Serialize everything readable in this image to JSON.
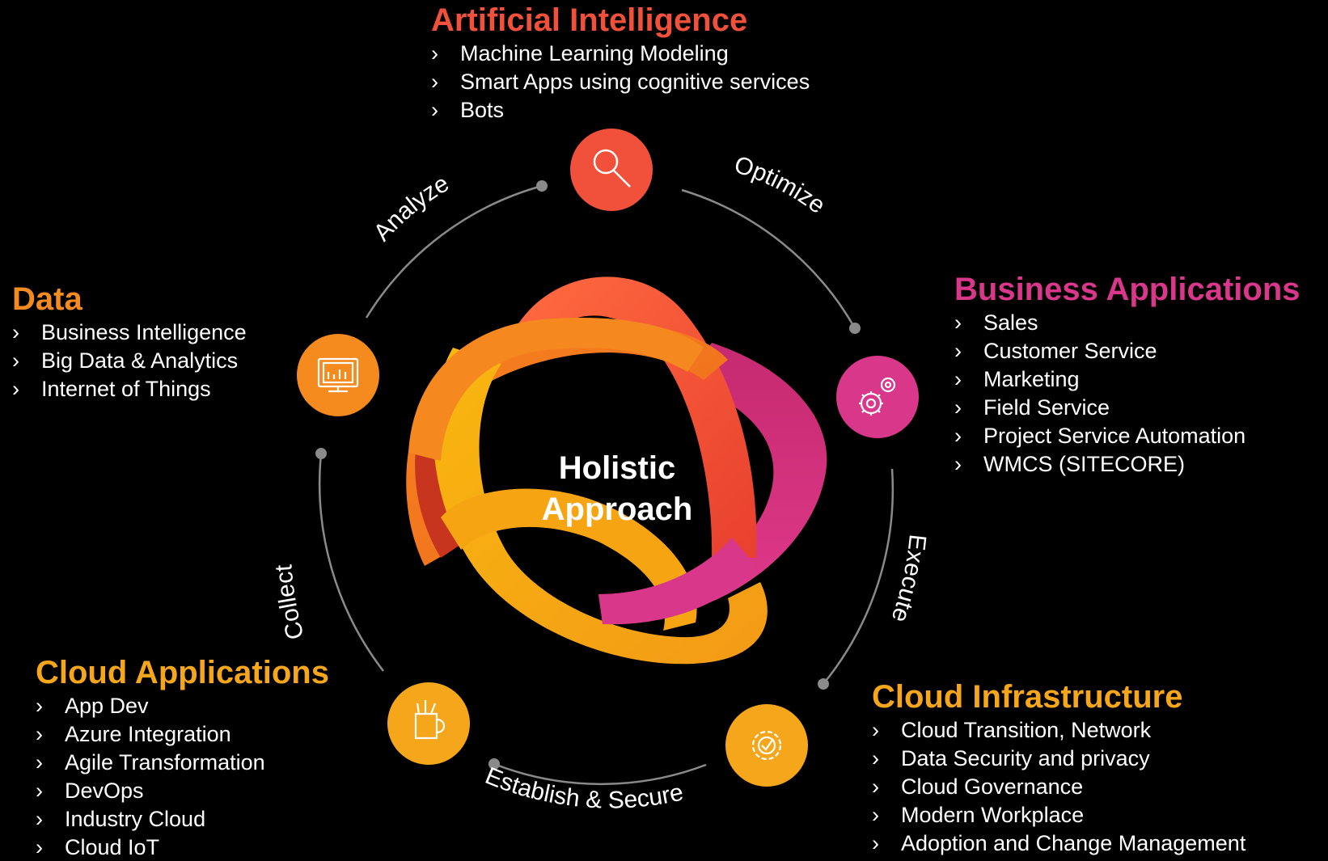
{
  "colors": {
    "background": "#000000",
    "ai": "#f1503a",
    "data": "#f58a1f",
    "business": "#d9378a",
    "cloud_apps": "#f6a61a",
    "cloud_infra": "#f6a61a",
    "cycle_line": "#8a8a8a",
    "text": "#ffffff"
  },
  "center": {
    "line1": "Holistic",
    "line2": "Approach"
  },
  "bullet_glyph": "›",
  "pillars": {
    "ai": {
      "title": "Artificial Intelligence",
      "items": [
        "Machine Learning Modeling",
        "Smart Apps using cognitive services",
        "Bots"
      ],
      "icon": "magnifier-icon"
    },
    "data": {
      "title": "Data",
      "items": [
        "Business Intelligence",
        "Big Data & Analytics",
        "Internet of Things"
      ],
      "icon": "monitor-chart-icon"
    },
    "business": {
      "title": "Business Applications",
      "items": [
        "Sales",
        "Customer Service",
        "Marketing",
        "Field Service",
        "Project Service Automation",
        "WMCS (SITECORE)"
      ],
      "icon": "gears-icon"
    },
    "cloud_apps": {
      "title": "Cloud Applications",
      "items": [
        "App Dev",
        "Azure Integration",
        "Agile Transformation",
        "DevOps",
        "Industry Cloud",
        "Cloud IoT"
      ],
      "icon": "pencil-cup-icon"
    },
    "cloud_infra": {
      "title": "Cloud Infrastructure",
      "items": [
        "Cloud Transition, Network",
        "Data Security and privacy",
        "Cloud Governance",
        "Modern Workplace",
        "Adoption and Change Management"
      ],
      "icon": "gear-check-icon"
    }
  },
  "cycle": {
    "analyze": "Analyze",
    "optimize": "Optimize",
    "execute": "Execute",
    "establish": "Establish & Secure",
    "collect": "Collect"
  }
}
